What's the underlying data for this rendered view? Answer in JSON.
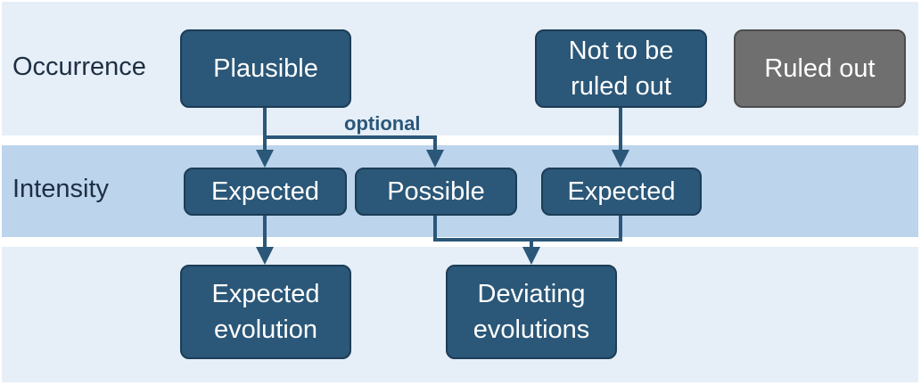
{
  "rows": {
    "occurrence": "Occurrence",
    "intensity": "Intensity"
  },
  "nodes": {
    "plausible": "Plausible",
    "not_ruled_out": "Not to be\nruled out",
    "ruled_out": "Ruled out",
    "expected_left": "Expected",
    "possible": "Possible",
    "expected_right": "Expected",
    "expected_evolution": "Expected\nevolution",
    "deviating_evolutions": "Deviating\nevolutions"
  },
  "edge_labels": {
    "optional": "optional"
  },
  "colors": {
    "node_fill": "#2b5778",
    "node_border": "#1c3d57",
    "ruled_out_fill": "#6f6f6f",
    "band_light": "#e6eef8",
    "band_mid": "#bcd4ec",
    "connector": "#2b5778"
  }
}
